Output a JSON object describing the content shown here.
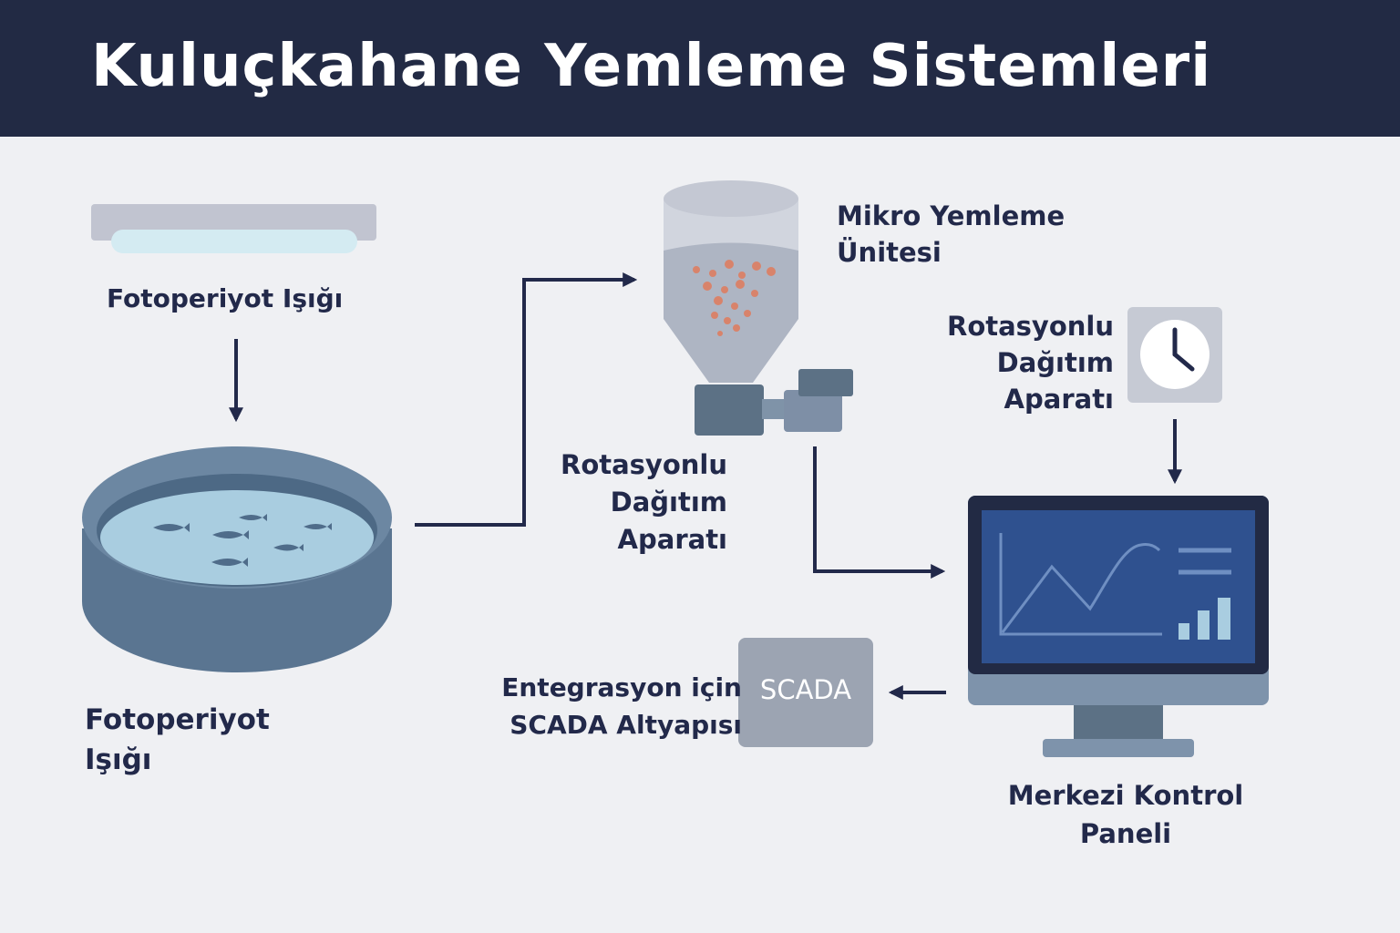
{
  "header": {
    "title": "Kuluçkahane Yemleme Sistemleri"
  },
  "labels": {
    "light_top": "Fotoperiyot Işığı",
    "tank_line1": "Fotoperiyot",
    "tank_line2": "Işığı",
    "hopper_line1": "Mikro Yemleme",
    "hopper_line2": "Ünitesi",
    "rotary_mid_line1": "Rotasyonlu",
    "rotary_mid_line2": "Dağıtım",
    "rotary_mid_line3": "Aparatı",
    "rotary_right_line1": "Rotasyonlu",
    "rotary_right_line2": "Dağıtım",
    "rotary_right_line3": "Aparatı",
    "scada_line1": "Entegrasyon için",
    "scada_line2": "SCADA Altyapısı",
    "panel_line1": "Merkezi Kontrol",
    "panel_line2": "Paneli"
  },
  "scada_box": {
    "text": "SCADA"
  },
  "icons": [
    "light-fixture-icon",
    "fish-tank-icon",
    "fish-icon",
    "hopper-icon",
    "clock-icon",
    "monitor-icon",
    "line-chart-icon",
    "bar-chart-icon"
  ],
  "colors": {
    "header_bg": "#222a44",
    "background": "#eff0f3",
    "text": "#22294a",
    "tank": "#5a7591",
    "water": "#a9cde0",
    "feed_pellets": "#e07b5c",
    "screen": "#2f518f"
  }
}
